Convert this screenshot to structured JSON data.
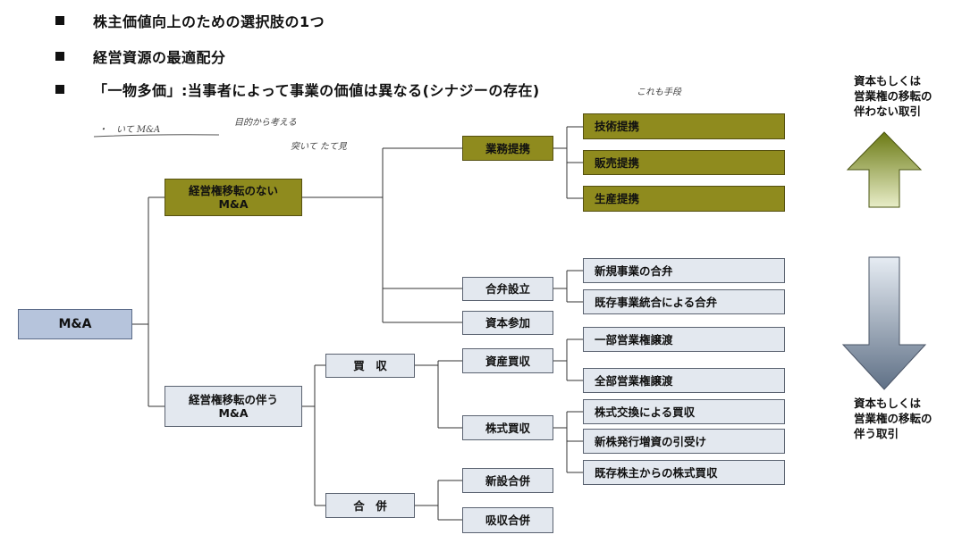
{
  "bullets": [
    "株主価値向上のための選択肢の1つ",
    "経営資源の最適配分",
    "「一物多価」:当事者によって事業の価値は異なる(シナジーの存在)"
  ],
  "nodes": {
    "ma": "M&A",
    "no_transfer": "経営権移転のない\nM&A",
    "with_transfer": "経営権移転の伴う\nM&A",
    "business_alliance": "業務提携",
    "tech_alliance": "技術提携",
    "sales_alliance": "販売提携",
    "production_alliance": "生産提携",
    "joint_venture": "合弁設立",
    "new_business_jv": "新規事業の合弁",
    "existing_business_jv": "既存事業統合による合弁",
    "capital_participation": "資本参加",
    "acquisition": "買　収",
    "asset_purchase": "資産買収",
    "partial_transfer": "一部営業権譲渡",
    "full_transfer": "全部営業権譲渡",
    "share_purchase": "株式買収",
    "share_exchange": "株式交換による買収",
    "new_share_subscription": "新株発行増資の引受け",
    "existing_share_purchase": "既存株主からの株式買収",
    "merger": "合　併",
    "consolidation_merger": "新設合併",
    "absorption_merger": "吸収合併"
  },
  "side_labels": {
    "top": "資本もしくは\n営業権の移転の\n伴わない取引",
    "bottom": "資本もしくは\n営業権の移転の\n伴う取引"
  },
  "colors": {
    "olive": "#8f8b1e",
    "grey_box": "#e3e8ef",
    "ma_box": "#b6c4dc",
    "arrow_up_top": "#6b7a14",
    "arrow_up_bottom": "#e8edc8",
    "arrow_down_top": "#e6ecf3",
    "arrow_down_bottom": "#5f7086"
  },
  "annotations": {
    "note1": "・　いて M&A",
    "note2": "目的から考える",
    "note3": "突いて たて見",
    "note4": "これも手段"
  }
}
